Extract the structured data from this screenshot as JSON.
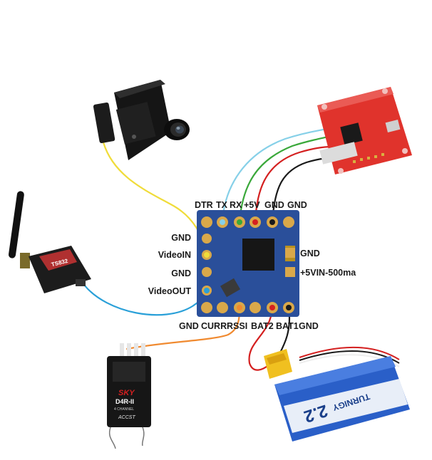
{
  "top_pins": {
    "dtr": "DTR",
    "tx": "TX",
    "rx": "RX",
    "v5": "+5V",
    "gnd1": "GND",
    "gnd2": "GND"
  },
  "left_pins": {
    "gnd": "GND",
    "video_in": "VideoIN",
    "gnd2": "GND",
    "video_out": "VideoOUT"
  },
  "right_pins": {
    "gnd": "GND",
    "vin": "+5VIN-500ma"
  },
  "bottom_pins": {
    "gnd": "GND",
    "curr": "CURR",
    "rssi": "RSSI",
    "bat2": "BAT2",
    "bat1": "BAT1",
    "gnd2": "GND"
  },
  "devices": {
    "transmitter_marking": "TS832",
    "receiver_brand": "SKY",
    "receiver_model": "D4R-II",
    "receiver_sub": "4 CHANNEL",
    "receiver_tag": "ACCST",
    "battery_capacity": "2.2",
    "battery_brand": "TURNIGY"
  },
  "colors": {
    "yellow_wire": "#f0dc3a",
    "blue_wire": "#2aa0d8",
    "light_blue_wire": "#86d0e8",
    "green_wire": "#3aa83a",
    "red_wire": "#d42020",
    "black_wire": "#1a1a1a",
    "orange_wire": "#f08a30",
    "osd_board": "#2a4f9a",
    "fc_board": "#e0332c",
    "battery": "#2a5fc8",
    "xt60": "#f0c020"
  }
}
